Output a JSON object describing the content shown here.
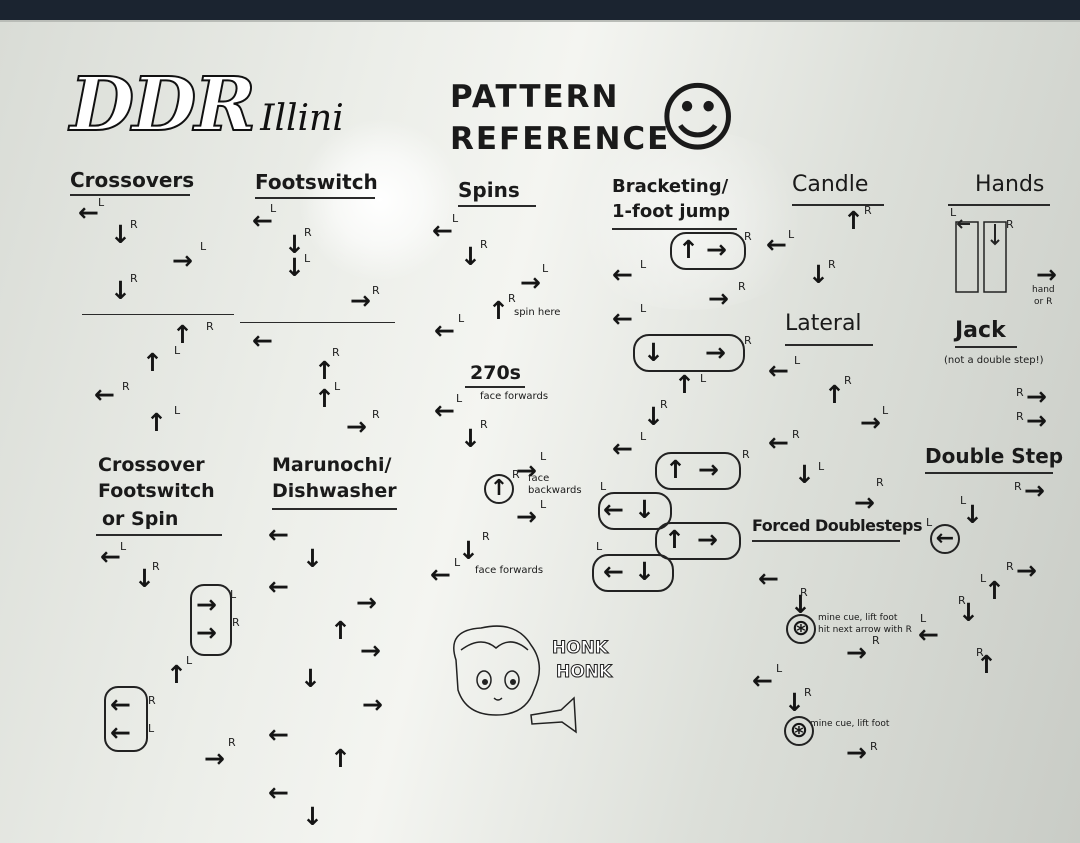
{
  "logo": {
    "ddr": "DDR",
    "illini": "Illini"
  },
  "title": {
    "line1": "PATTERN",
    "line2": "REFERENCE"
  },
  "sections": {
    "crossovers": "Crossovers",
    "footswitch": "Footswitch",
    "spins": "Spins",
    "bracketing": "Bracketing/",
    "bracketing2": "1-foot jump",
    "candle": "Candle",
    "hands": "Hands",
    "lateral": "Lateral",
    "jack": "Jack",
    "jack_note": "(not a double step!)",
    "double_step": "Double Step",
    "s270": "270s",
    "crossover_fs1": "Crossover",
    "crossover_fs2": "Footswitch",
    "crossover_fs3": "or Spin",
    "marunochi1": "Marunochi/",
    "marunochi2": "Dishwasher",
    "forced": "Forced Doublesteps"
  },
  "notes": {
    "spin_here": "spin here",
    "face_forwards": "face forwards",
    "face_backwards1": "face",
    "face_backwards2": "backwards",
    "face_forwards2": "face forwards",
    "hand_or_r1": "hand",
    "hand_or_r2": "or R",
    "mine1a": "mine cue, lift foot",
    "mine1b": "hit next arrow with R",
    "mine2": "mine cue, lift foot",
    "honk1": "HONK",
    "honk2": "HONK"
  },
  "feet": {
    "left": "L",
    "right": "R"
  },
  "icons": {
    "left": "←",
    "right": "→",
    "up": "↑",
    "down": "↓",
    "mine": "⊛",
    "smiley": "☺"
  },
  "colors": {
    "ink": "#1a1a1a",
    "board": "#eceee9",
    "wall": "#1b2430"
  }
}
